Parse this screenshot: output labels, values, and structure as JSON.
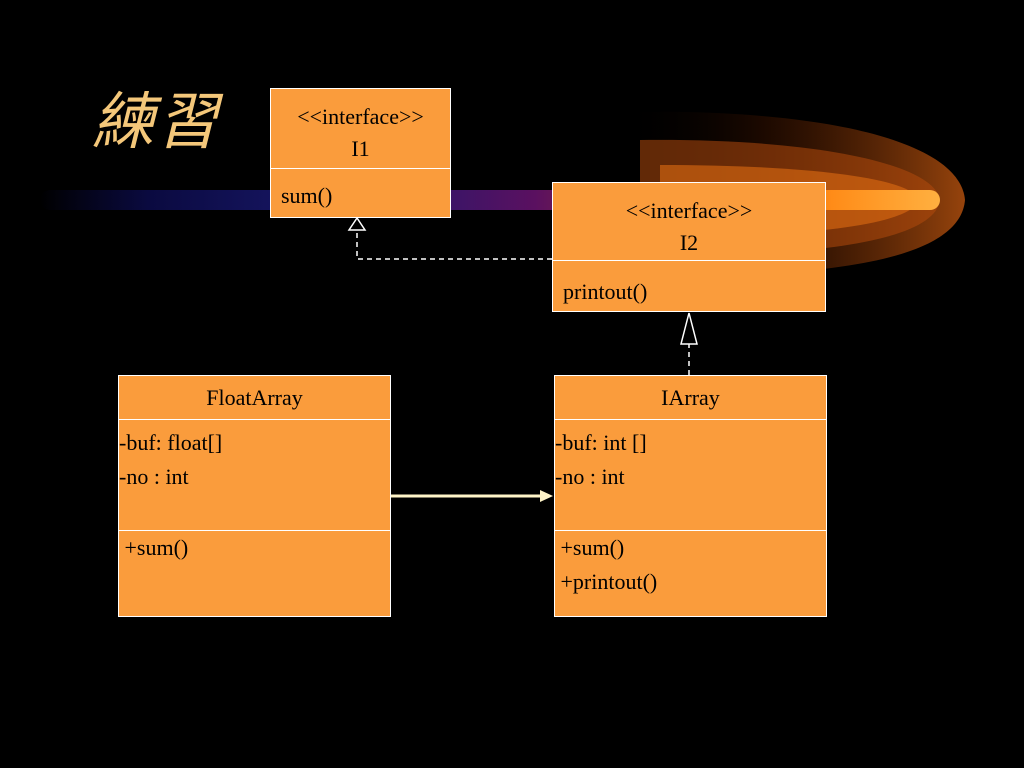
{
  "slide": {
    "title": "練習"
  },
  "colors": {
    "background": "#000000",
    "box_fill": "#fa9c3c",
    "box_border": "#ffffff",
    "title": "#f4c77a",
    "arrow": "#fff4c8"
  },
  "classes": {
    "i1": {
      "stereotype": "<<interface>>",
      "name": "I1",
      "methods": [
        "sum()"
      ]
    },
    "i2": {
      "stereotype": "<<interface>>",
      "name": "I2",
      "methods": [
        "printout()"
      ]
    },
    "float_array": {
      "name": "FloatArray",
      "attributes": [
        "-buf: float[]",
        "-no : int"
      ],
      "methods": [
        " +sum()"
      ]
    },
    "iarray": {
      "name": "IArray",
      "attributes": [
        "-buf: int []",
        "-no : int"
      ],
      "methods": [
        " +sum()",
        " +printout()"
      ]
    }
  },
  "relations": [
    {
      "type": "realization",
      "from": "IArray",
      "to": "I2"
    },
    {
      "type": "realization",
      "from": "I2",
      "to": "I1"
    },
    {
      "type": "association",
      "from": "FloatArray",
      "to": "IArray"
    }
  ]
}
